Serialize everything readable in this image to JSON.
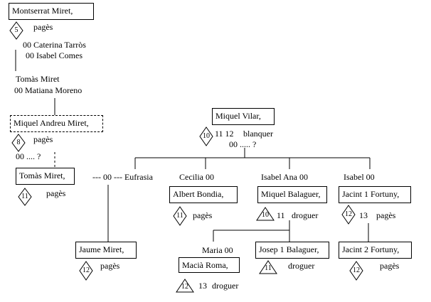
{
  "people": {
    "montserrat": "Montserrat Miret,",
    "caterina": "00  Caterina Tarròs",
    "isabel_comes": "00  Isabel Comes",
    "tomas1": "Tomàs Miret",
    "matiana": "00  Matiana Moreno",
    "miquel_andreu": "Miquel Andreu Miret,",
    "tomas2": "Tomàs Miret,",
    "miquel_vilar": "Miquel Vilar,",
    "eufrasia": "--- 00 ---  Eufrasia",
    "cecilia": "Cecilia  00",
    "isabel_ana": "Isabel Ana  00",
    "isabel": "Isabel  00",
    "albert": "Albert Bondia,",
    "miquel_balaguer": "Miquel Balaguer,",
    "jacint1": "Jacint 1 Fortuny,",
    "jaume": "Jaume Miret,",
    "maria": "Maria  00",
    "josep": "Josep 1 Balaguer,",
    "macia": "Macià Roma,",
    "jacint2": "Jacint 2 Fortuny,"
  },
  "labels": {
    "pages": "pagès",
    "blanquer": "blanquer",
    "droguer": "droguer",
    "marriage_unknown": "00  .... ?",
    "vilar_numbers": "11  12",
    "vilar_marriage": "00 .....  ?",
    "n11": "11",
    "n13": "13"
  },
  "markers": {
    "m_montserrat": "5",
    "m_miquel_andreu": "8",
    "m_tomas2": "11",
    "m_vilar": "10",
    "m_albert": "11",
    "m_balaguer": "10",
    "m_jacint1": "12",
    "m_jaume": "12",
    "m_josep": "11",
    "m_macia": "12",
    "m_jacint2": "12"
  }
}
